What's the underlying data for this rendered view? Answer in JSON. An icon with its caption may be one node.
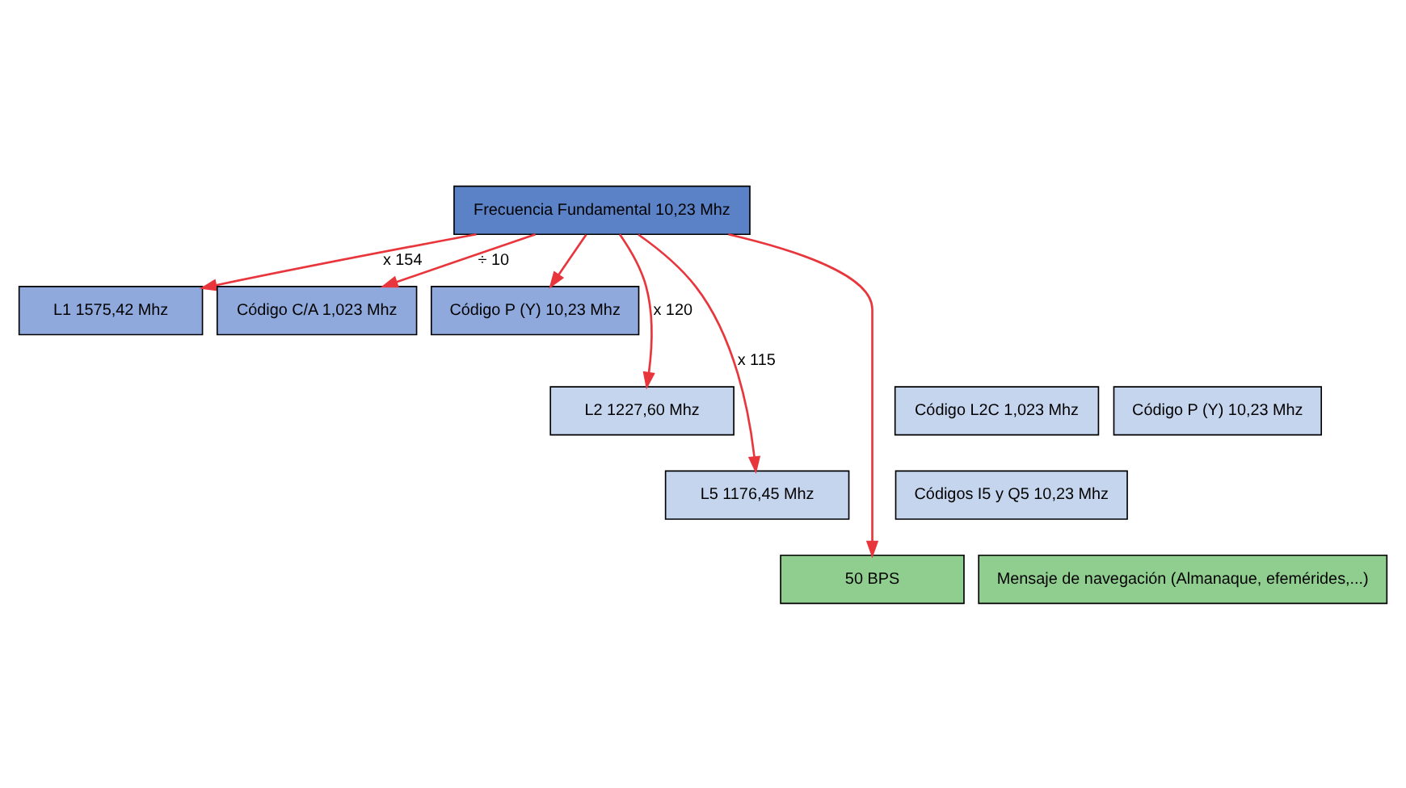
{
  "diagram": {
    "nodes": [
      {
        "text": [
          "Frecuencia Fundamental 10,23 Mhz"
        ]
      },
      {
        "text": [
          "L1 1575,42 Mhz"
        ]
      },
      {
        "text": [
          "Código C/A 1,023 Mhz"
        ]
      },
      {
        "text": [
          "Código P (Y) 10,23 Mhz"
        ]
      },
      {
        "text": [
          "L2 1227,60 Mhz"
        ]
      },
      {
        "text": [
          "Código L2C 1,023 Mhz"
        ]
      },
      {
        "text": [
          "Código P (Y) 10,23 Mhz"
        ]
      },
      {
        "text": [
          "L5 1176,45 Mhz"
        ]
      },
      {
        "text": [
          "Códigos I5 y Q5 10,23 Mhz"
        ]
      },
      {
        "text": [
          "50 BPS"
        ]
      },
      {
        "text": [
          "Mensaje de navegación (Almanaque, efemérides,...)"
        ]
      }
    ],
    "edges": [
      {
        "from": 0,
        "to": 3,
        "arrow": "to"
      },
      {
        "from": 0,
        "to": 2,
        "arrow": "to",
        "label": "÷ 10"
      },
      {
        "from": 0,
        "to": 1,
        "arrow": "to",
        "label": "x 154"
      },
      {
        "from": 0,
        "to": 4,
        "arrow": "to",
        "label": "x 120"
      },
      {
        "from": 0,
        "to": 7,
        "arrow": "to",
        "label": "x 115"
      },
      {
        "from": 0,
        "to": 9,
        "arrow": "to"
      }
    ]
  }
}
